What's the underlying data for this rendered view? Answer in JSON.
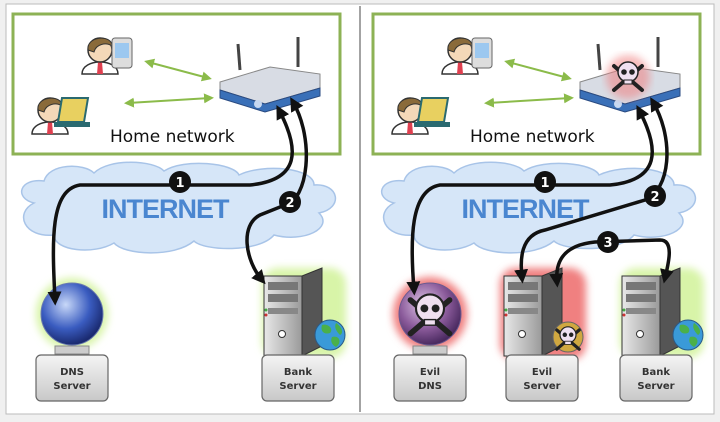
{
  "left_panel": {
    "home_network_label": "Home network",
    "internet_label": "INTERNET",
    "steps": [
      "1",
      "2"
    ],
    "dns": {
      "line1": "DNS",
      "line2": "Server"
    },
    "bank": {
      "line1": "Bank",
      "line2": "Server"
    }
  },
  "right_panel": {
    "home_network_label": "Home network",
    "internet_label": "INTERNET",
    "steps": [
      "1",
      "2",
      "3"
    ],
    "evil_dns": {
      "line1": "Evil",
      "line2": "DNS"
    },
    "evil_server": {
      "line1": "Evil",
      "line2": "Server"
    },
    "bank": {
      "line1": "Bank",
      "line2": "Server"
    }
  },
  "colors": {
    "home_border": "#8db255",
    "internet_text": "#4a86d0",
    "cloud": "#d6e6f8",
    "evil_glow": "#f08080",
    "safe_glow": "#c8ec90"
  }
}
